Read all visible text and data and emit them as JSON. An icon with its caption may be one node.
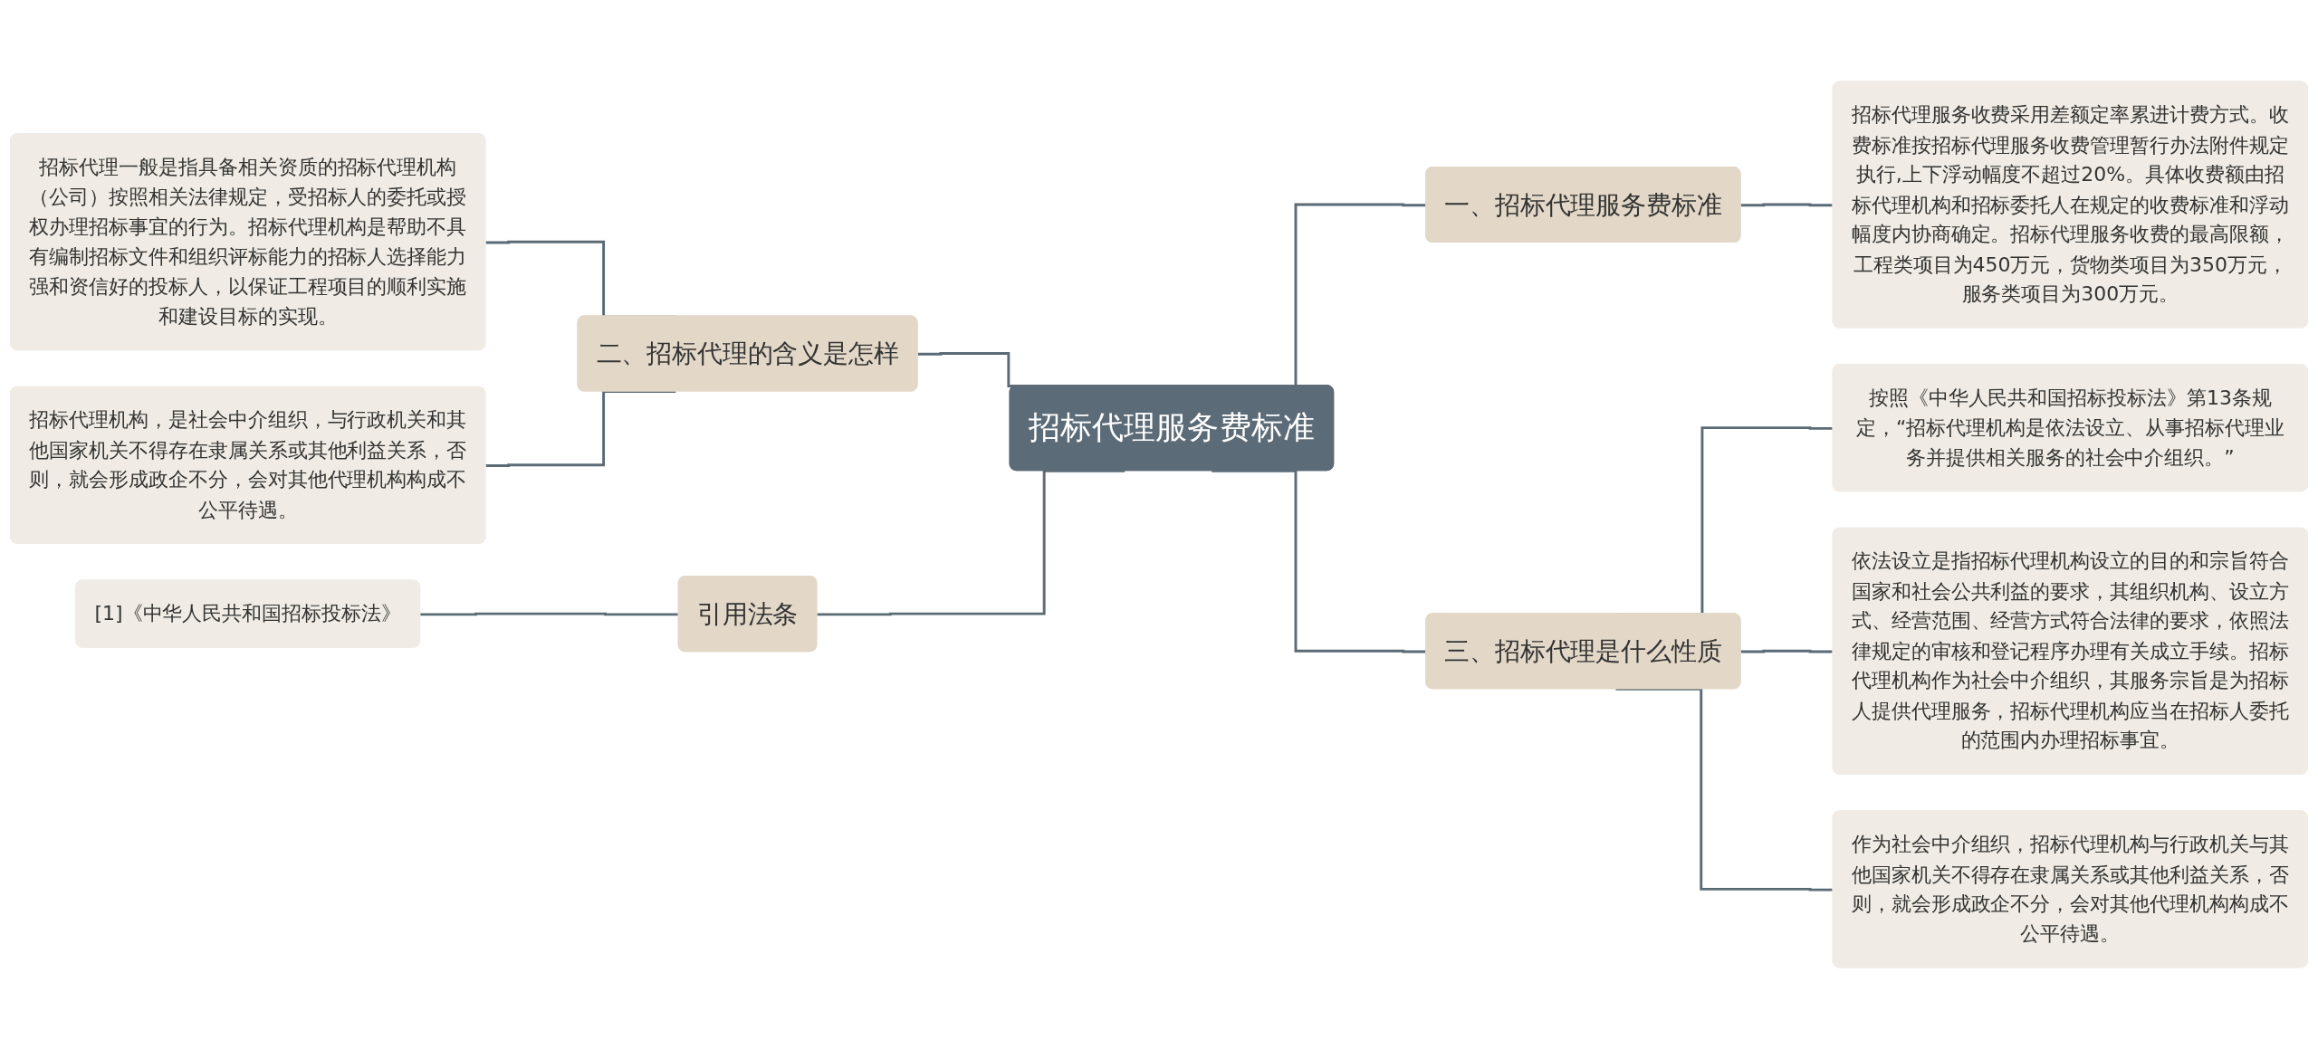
{
  "diagram": {
    "nodes": [
      {
        "text": [
          "招标代理服务费标准"
        ]
      },
      {
        "text": [
          "二、招标代理的含义是怎样"
        ]
      },
      {
        "text": [
          "招标代理一般是指具备相关资质的招标代理机构（公司）按照相关法律规定，受招标人的委托或授权办理招标事宜的行为。招标代理机构是帮助不具有编制招标文件和组织评标能力的招标人选择能力强和资信好的投标人，以保证工程项目的顺利实施和建设目标的实现。"
        ]
      },
      {
        "text": [
          "招标代理机构，是社会中介组织，与行政机关和其他国家机关不得存在隶属关系或其他利益关系，否则，就会形成政企不分，会对其他代理机构构成不公平待遇。"
        ]
      },
      {
        "text": [
          "引用法条"
        ]
      },
      {
        "text": [
          "[1]《中华人民共和国招标投标法》"
        ]
      },
      {
        "text": [
          "一、招标代理服务费标准"
        ]
      },
      {
        "text": [
          "招标代理服务收费采用差额定率累进计费方式。收费标准按招标代理服务收费管理暂行办法附件规定执行,上下浮动幅度不超过20%。具体收费额由招标代理机构和招标委托人在规定的收费标准和浮动幅度内协商确定。招标代理服务收费的最高限额，工程类项目为450万元，货物类项目为350万元，服务类项目为300万元。"
        ]
      },
      {
        "text": [
          "三、招标代理是什么性质"
        ]
      },
      {
        "text": [
          "按照《中华人民共和国招标投标法》第13条规定，“招标代理机构是依法设立、从事招标代理业务并提供相关服务的社会中介组织。”"
        ]
      },
      {
        "text": [
          "依法设立是指招标代理机构设立的目的和宗旨符合国家和社会公共利益的要求，其组织机构、设立方式、经营范围、经营方式符合法律的要求，依照法律规定的审核和登记程序办理有关成立手续。招标代理机构作为社会中介组织，其服务宗旨是为招标人提供代理服务，招标代理机构应当在招标人委托的范围内办理招标事宜。"
        ]
      },
      {
        "text": [
          "作为社会中介组织，招标代理机构与行政机关与其他国家机关不得存在隶属关系或其他利益关系，否则，就会形成政企不分，会对其他代理机构构成不公平待遇。"
        ]
      }
    ],
    "edges": [
      {
        "from": 2,
        "to": 1,
        "arrow": "none"
      },
      {
        "from": 3,
        "to": 1,
        "arrow": "none"
      },
      {
        "from": 1,
        "to": 0,
        "arrow": "none"
      },
      {
        "from": 5,
        "to": 4,
        "arrow": "none"
      },
      {
        "from": 4,
        "to": 0,
        "arrow": "none"
      },
      {
        "from": 0,
        "to": 6,
        "arrow": "none"
      },
      {
        "from": 6,
        "to": 7,
        "arrow": "none"
      },
      {
        "from": 0,
        "to": 8,
        "arrow": "none"
      },
      {
        "from": 8,
        "to": 9,
        "arrow": "none"
      },
      {
        "from": 8,
        "to": 10,
        "arrow": "none"
      },
      {
        "from": 8,
        "to": 11,
        "arrow": "none"
      }
    ]
  }
}
